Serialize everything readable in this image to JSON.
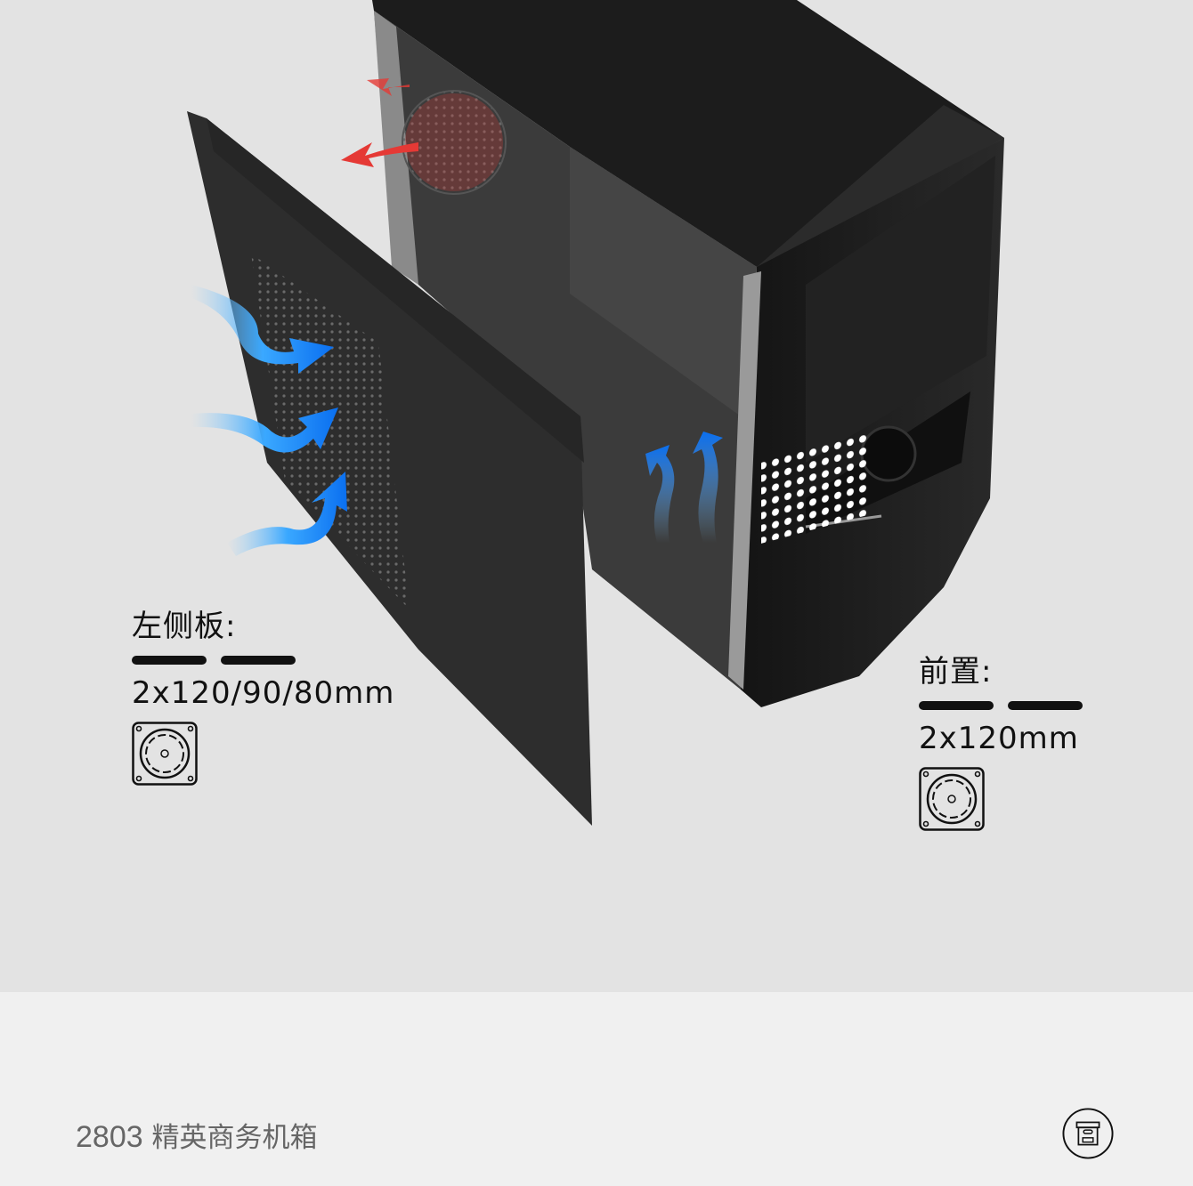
{
  "left_panel": {
    "title": "左侧板:",
    "fan_size": "2x120/90/80mm",
    "fan_count": 2,
    "icon": "fan-icon"
  },
  "front_panel": {
    "title": "前置:",
    "fan_size": "2x120mm",
    "fan_count": 2,
    "icon": "fan-icon"
  },
  "footer": {
    "model": "2803",
    "name": "精英商务机箱",
    "icon": "storage-box-icon"
  },
  "colors": {
    "background": "#e3e3e3",
    "footer": "#f0f0f0",
    "intake_arrow": "#1e88f0",
    "exhaust_arrow": "#e53935",
    "case": "#1f1f1f"
  }
}
